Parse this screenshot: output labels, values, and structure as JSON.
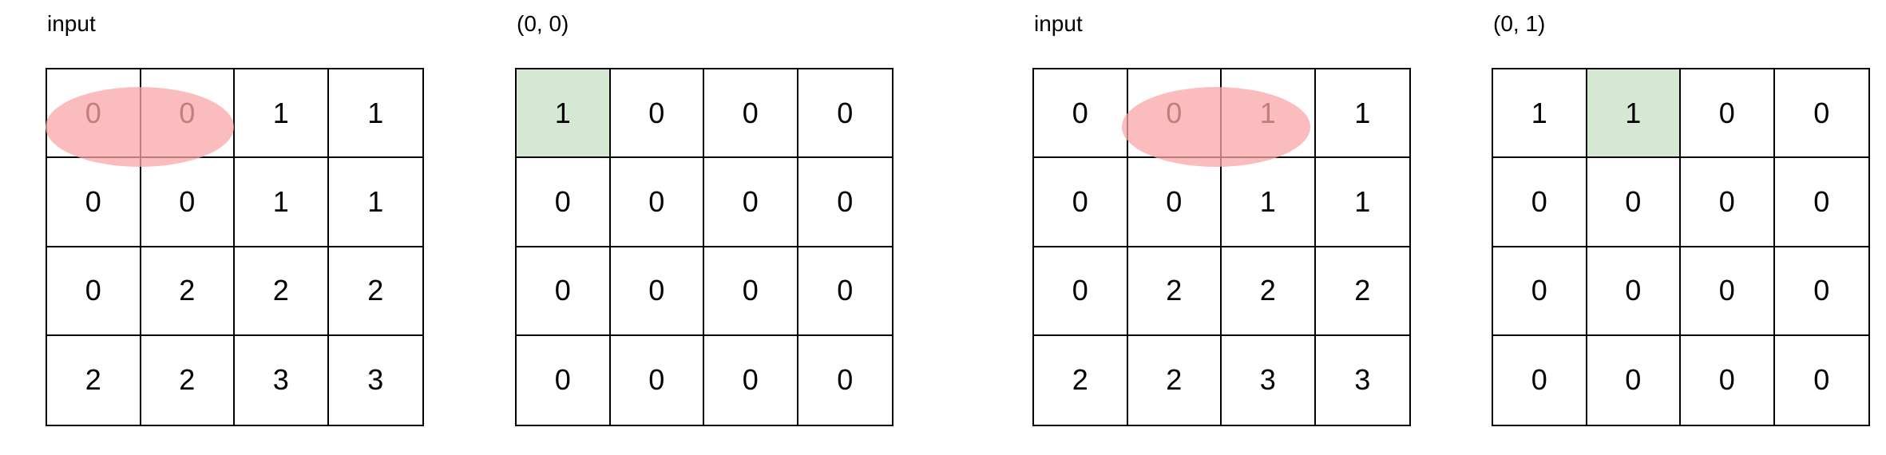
{
  "panels": [
    {
      "label": "input",
      "highlight_cell": null,
      "ellipse_cells": [
        [
          0,
          0
        ],
        [
          0,
          1
        ]
      ],
      "grid": [
        [
          "0",
          "0",
          "1",
          "1"
        ],
        [
          "0",
          "0",
          "1",
          "1"
        ],
        [
          "0",
          "2",
          "2",
          "2"
        ],
        [
          "2",
          "2",
          "3",
          "3"
        ]
      ]
    },
    {
      "label": "(0, 0)",
      "highlight_cell": [
        0,
        0
      ],
      "ellipse_cells": null,
      "grid": [
        [
          "1",
          "0",
          "0",
          "0"
        ],
        [
          "0",
          "0",
          "0",
          "0"
        ],
        [
          "0",
          "0",
          "0",
          "0"
        ],
        [
          "0",
          "0",
          "0",
          "0"
        ]
      ]
    },
    {
      "label": "input",
      "highlight_cell": null,
      "ellipse_cells": [
        [
          0,
          1
        ],
        [
          0,
          2
        ]
      ],
      "grid": [
        [
          "0",
          "0",
          "1",
          "1"
        ],
        [
          "0",
          "0",
          "1",
          "1"
        ],
        [
          "0",
          "2",
          "2",
          "2"
        ],
        [
          "2",
          "2",
          "3",
          "3"
        ]
      ]
    },
    {
      "label": "(0, 1)",
      "highlight_cell": [
        0,
        1
      ],
      "ellipse_cells": null,
      "grid": [
        [
          "1",
          "1",
          "0",
          "0"
        ],
        [
          "0",
          "0",
          "0",
          "0"
        ],
        [
          "0",
          "0",
          "0",
          "0"
        ],
        [
          "0",
          "0",
          "0",
          "0"
        ]
      ]
    }
  ],
  "colors": {
    "highlight_fill": "#d5e8d4",
    "ellipse_fill": "#f8a6a6",
    "grid_line": "#000000"
  }
}
